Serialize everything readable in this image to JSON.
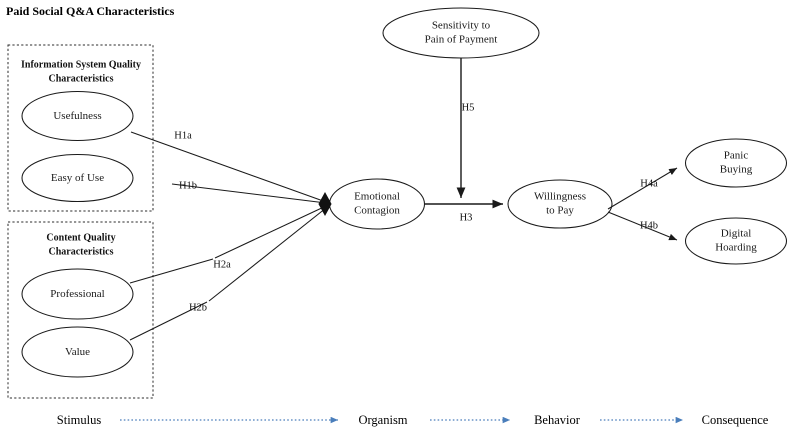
{
  "figure": {
    "title": "Paid Social Q&A Characteristics"
  },
  "groups": [
    {
      "id": "information-system-quality",
      "title_line1": "Information System Quality",
      "title_line2": "Characteristics"
    },
    {
      "id": "content-quality",
      "title_line1": "Content Quality",
      "title_line2": "Characteristics"
    }
  ],
  "nodes": {
    "usefulness": {
      "line1": "Usefulness",
      "line2": ""
    },
    "easy_of_use": {
      "line1": "Easy of Use",
      "line2": ""
    },
    "professional": {
      "line1": "Professional",
      "line2": ""
    },
    "value": {
      "line1": "Value",
      "line2": ""
    },
    "emotional_contagion": {
      "line1": "Emotional",
      "line2": "Contagion"
    },
    "willingness_to_pay": {
      "line1": "Willingness",
      "line2": "to Pay"
    },
    "sensitivity": {
      "line1": "Sensitivity to",
      "line2": "Pain of Payment"
    },
    "panic_buying": {
      "line1": "Panic",
      "line2": "Buying"
    },
    "digital_hoarding": {
      "line1": "Digital",
      "line2": "Hoarding"
    }
  },
  "hypotheses": {
    "h1a": "H1a",
    "h1b": "H1b",
    "h2a": "H2a",
    "h2b": "H2b",
    "h3": "H3",
    "h4a": "H4a",
    "h4b": "H4b",
    "h5": "H5"
  },
  "sor_framework": {
    "stimulus": "Stimulus",
    "organism": "Organism",
    "behavior": "Behavior",
    "consequence": "Consequence",
    "arrow_color": "#4a7ebb"
  },
  "colors": {
    "stroke": "#1a1a1a",
    "background": "#ffffff",
    "sor_blue": "#4a7ebb"
  }
}
